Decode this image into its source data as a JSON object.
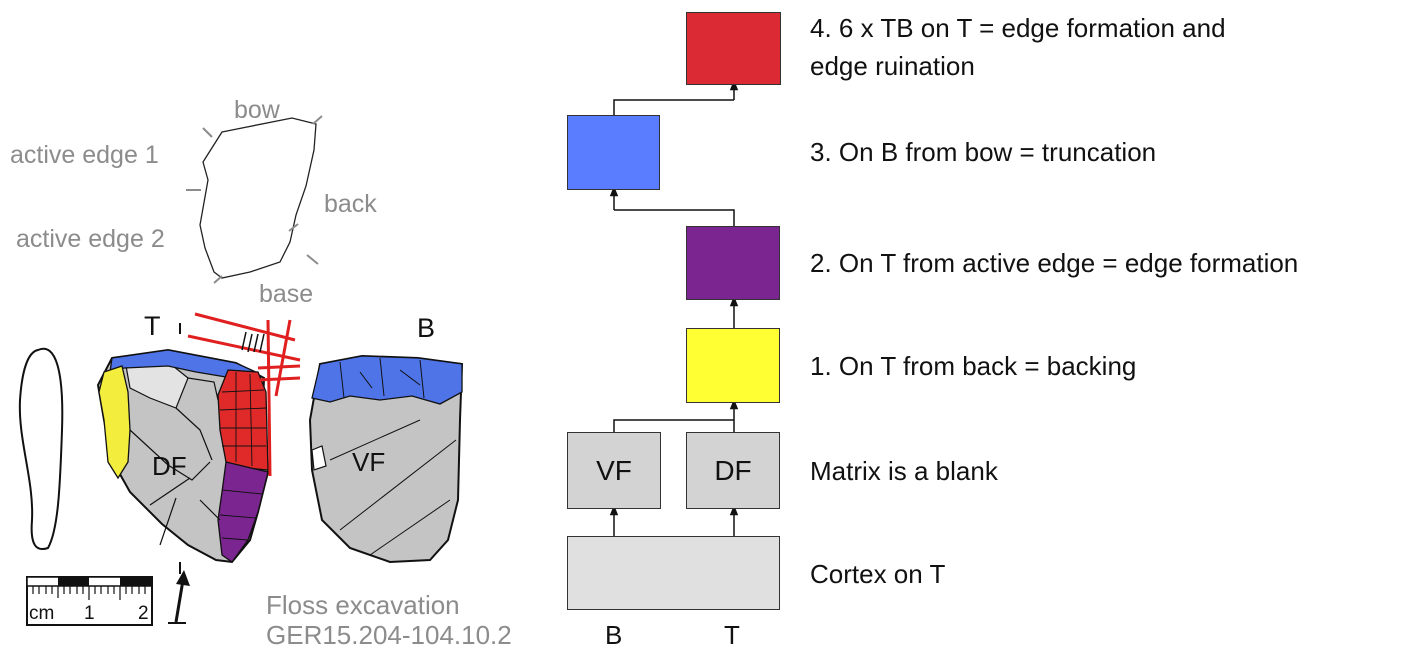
{
  "outline_labels": {
    "bow": "bow",
    "active_edge_1": "active edge 1",
    "active_edge_2": "active edge 2",
    "back": "back",
    "base": "base"
  },
  "face_labels": {
    "top": "T",
    "bottom": "B",
    "dorsal": "DF",
    "ventral": "VF"
  },
  "scale_bar": {
    "unit": "cm",
    "tick_1": "1",
    "tick_2": "2"
  },
  "caption": {
    "line1": "Floss excavation",
    "line2": "GER15.204-104.10.2"
  },
  "harris_matrix": {
    "boxes": [
      {
        "id": "cortex",
        "label": "",
        "color": "#e0e0e0"
      },
      {
        "id": "vf",
        "label": "VF",
        "color": "#d3d3d3"
      },
      {
        "id": "df",
        "label": "DF",
        "color": "#d3d3d3"
      },
      {
        "id": "backing",
        "label": "",
        "color": "#ffff33"
      },
      {
        "id": "edge_formation",
        "label": "",
        "color": "#7b2590"
      },
      {
        "id": "truncation",
        "label": "",
        "color": "#5a7cff"
      },
      {
        "id": "ruination",
        "label": "",
        "color": "#dc2a35"
      }
    ],
    "axis_labels": {
      "b": "B",
      "t": "T"
    },
    "steps": {
      "s4a": "4. 6 x TB on T = edge formation and",
      "s4b": "edge ruination",
      "s3": "3. On B from bow = truncation",
      "s2": "2. On T from active edge = edge formation",
      "s1": "1. On T from back = backing",
      "matrix": "Matrix is a blank",
      "cortex": "Cortex on T"
    }
  }
}
